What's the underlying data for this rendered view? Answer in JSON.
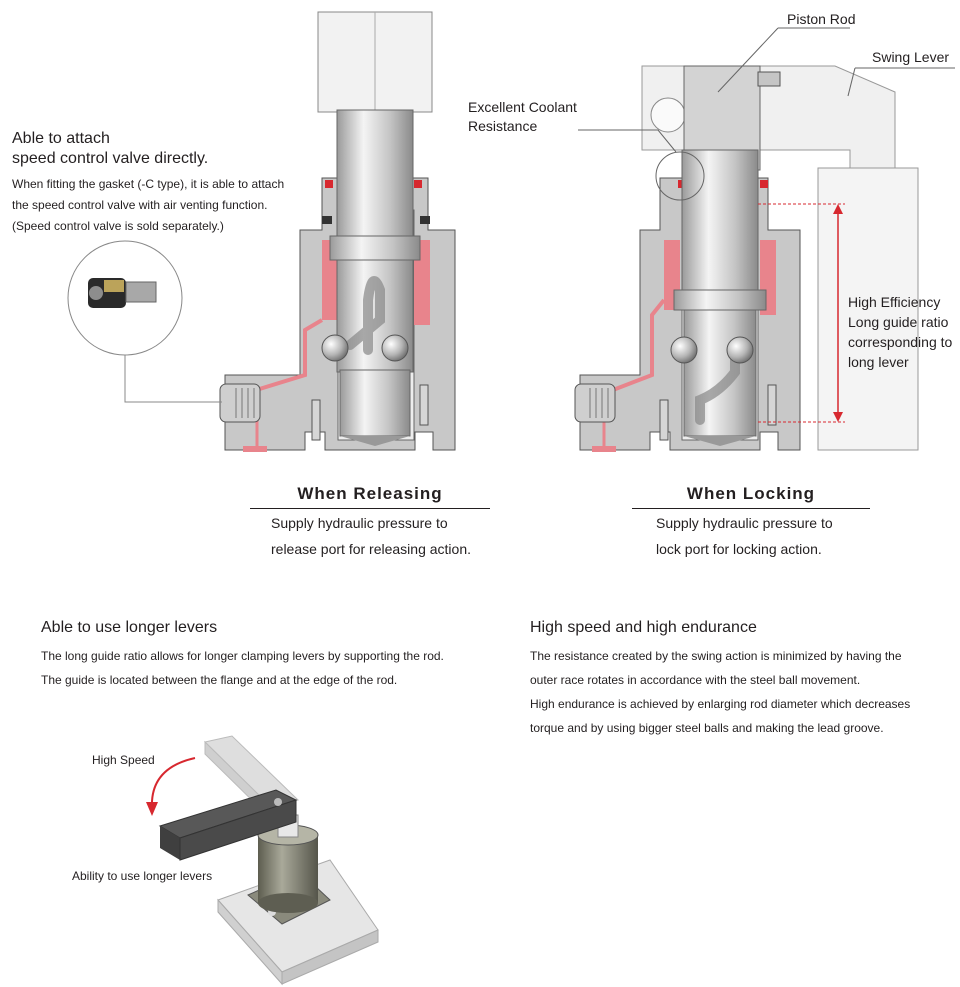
{
  "top_left": {
    "title_line1": "Able to attach",
    "title_line2": "speed control valve directly.",
    "desc_line1": "When fitting the gasket (-C type), it is able to attach",
    "desc_line2": "the speed control valve with air venting function.",
    "desc_line3": "(Speed control valve is sold separately.)"
  },
  "callouts": {
    "piston_rod": "Piston Rod",
    "swing_lever": "Swing Lever",
    "coolant_line1": "Excellent Coolant",
    "coolant_line2": "Resistance",
    "guide_line1": "High Efficiency",
    "guide_line2": "Long guide ratio",
    "guide_line3": "corresponding to",
    "guide_line4": "long lever"
  },
  "releasing": {
    "heading": "When Releasing",
    "line1": "Supply hydraulic pressure to",
    "line2": "release port for releasing action."
  },
  "locking": {
    "heading": "When Locking",
    "line1": "Supply hydraulic pressure to",
    "line2": "lock port for locking action."
  },
  "longer_levers": {
    "title": "Able to use longer levers",
    "line1": "The long guide ratio allows for longer clamping levers by supporting the rod.",
    "line2": "The guide is located between the flange and at the edge of the rod."
  },
  "high_speed": {
    "title": "High speed and high endurance",
    "line1": "The resistance created by the swing action is minimized by having the",
    "line2": "outer race rotates in accordance with the steel ball movement.",
    "line3": "High endurance is achieved by enlarging rod diameter which decreases",
    "line4": "torque and by using bigger steel balls and making the lead groove."
  },
  "illustration": {
    "speed_label": "High Speed",
    "lever_label": "Ability to use longer levers"
  },
  "colors": {
    "body_gray": "#c8c8c8",
    "dark_gray": "#8c8c8c",
    "oil_red": "#e8848c",
    "accent_red": "#d7282f"
  }
}
